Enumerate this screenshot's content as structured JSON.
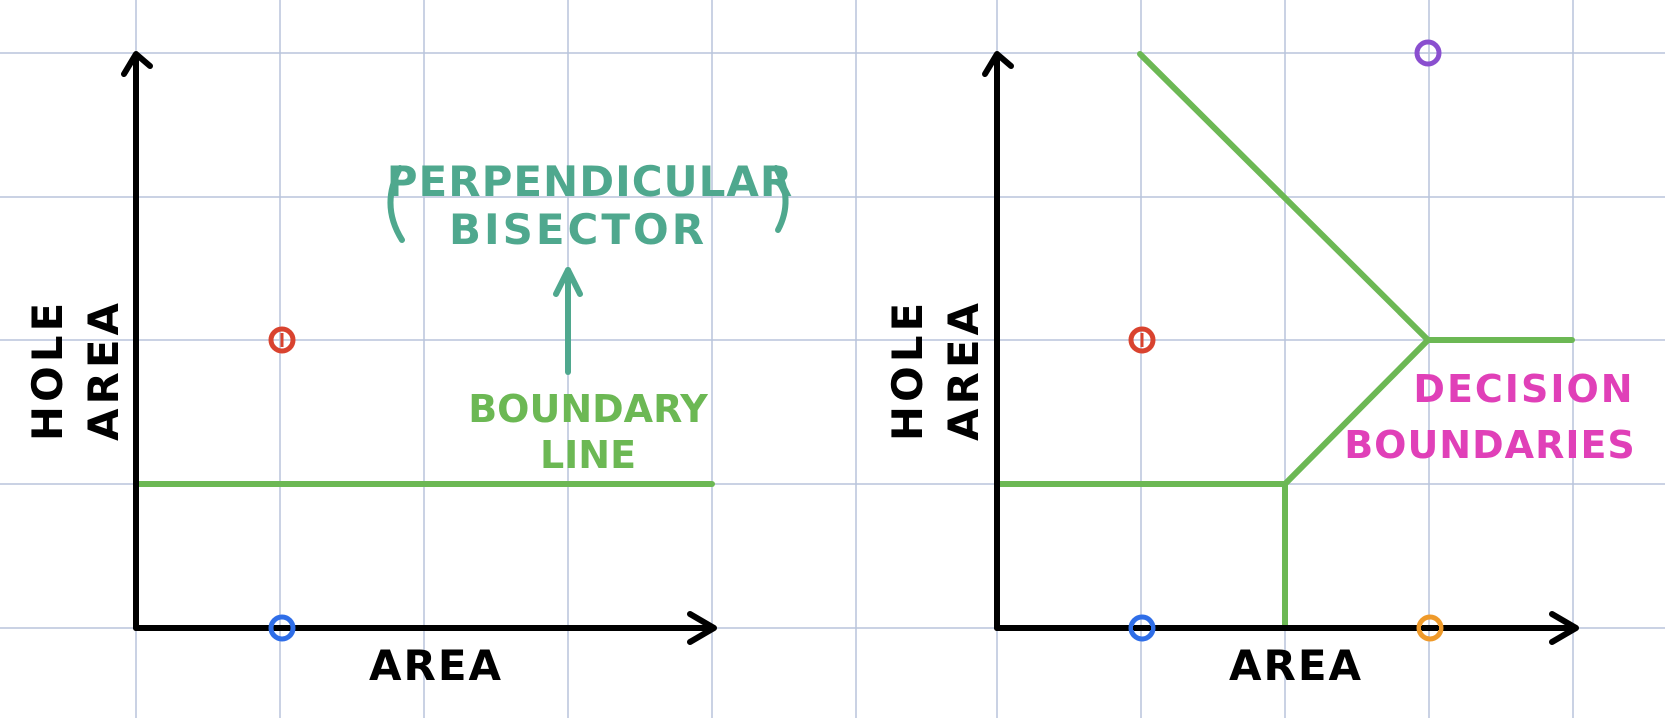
{
  "colors": {
    "grid": "#b8c4dc",
    "axis": "#000000",
    "boundary": "#6cb854",
    "bisector": "#4fa88e",
    "decision": "#e040b8",
    "point_red": "#d9432f",
    "point_blue": "#2f6ee8",
    "point_purple": "#8a4fcf",
    "point_orange": "#ef9a2a"
  },
  "left_panel": {
    "x_axis_label": "AREA",
    "y_axis_label_line1": "HOLE",
    "y_axis_label_line2": "AREA",
    "annotation_bisector_line1": "PERPENDICULAR",
    "annotation_bisector_line2": "BISECTOR",
    "annotation_boundary_line1": "BOUNDARY",
    "annotation_boundary_line2": "LINE"
  },
  "right_panel": {
    "x_axis_label": "AREA",
    "y_axis_label_line1": "HOLE",
    "y_axis_label_line2": "AREA",
    "annotation_decision_line1": "DECISION",
    "annotation_decision_line2": "BOUNDARIES"
  }
}
